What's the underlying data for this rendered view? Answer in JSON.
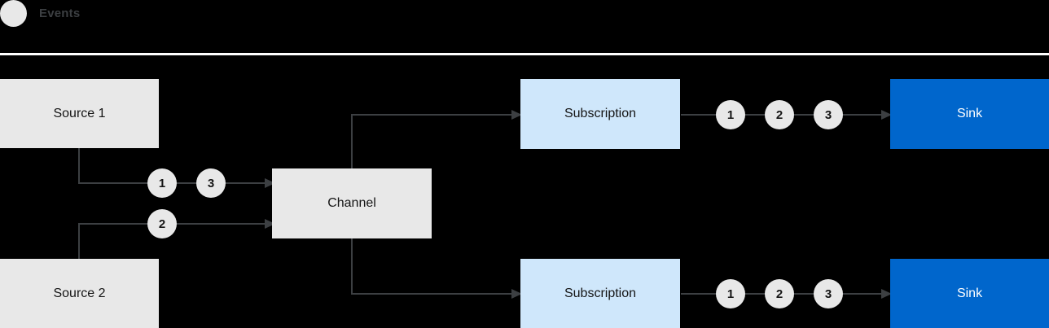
{
  "legend": {
    "dot_label": "",
    "label": "Events",
    "dot_color": "#e8e8e8"
  },
  "colors": {
    "background": "#000000",
    "source_box": "#e8e8e8",
    "channel_box": "#e8e8e8",
    "subscription_box": "#cfe7fb",
    "sink_box": "#0066cc",
    "chip": "#e8e8e8",
    "wire": "#3c3f42",
    "rule": "#ffffff",
    "text_dark": "#151515",
    "text_light": "#ffffff"
  },
  "nodes": {
    "source1": "Source 1",
    "source2": "Source 2",
    "channel": "Channel",
    "subscription_top": "Subscription",
    "subscription_bottom": "Subscription",
    "sink_top": "Sink",
    "sink_bottom": "Sink"
  },
  "events": {
    "source1_out": [
      "1",
      "3"
    ],
    "source2_out": [
      "2"
    ],
    "subscription_top_out": [
      "1",
      "2",
      "3"
    ],
    "subscription_bottom_out": [
      "1",
      "2",
      "3"
    ]
  }
}
